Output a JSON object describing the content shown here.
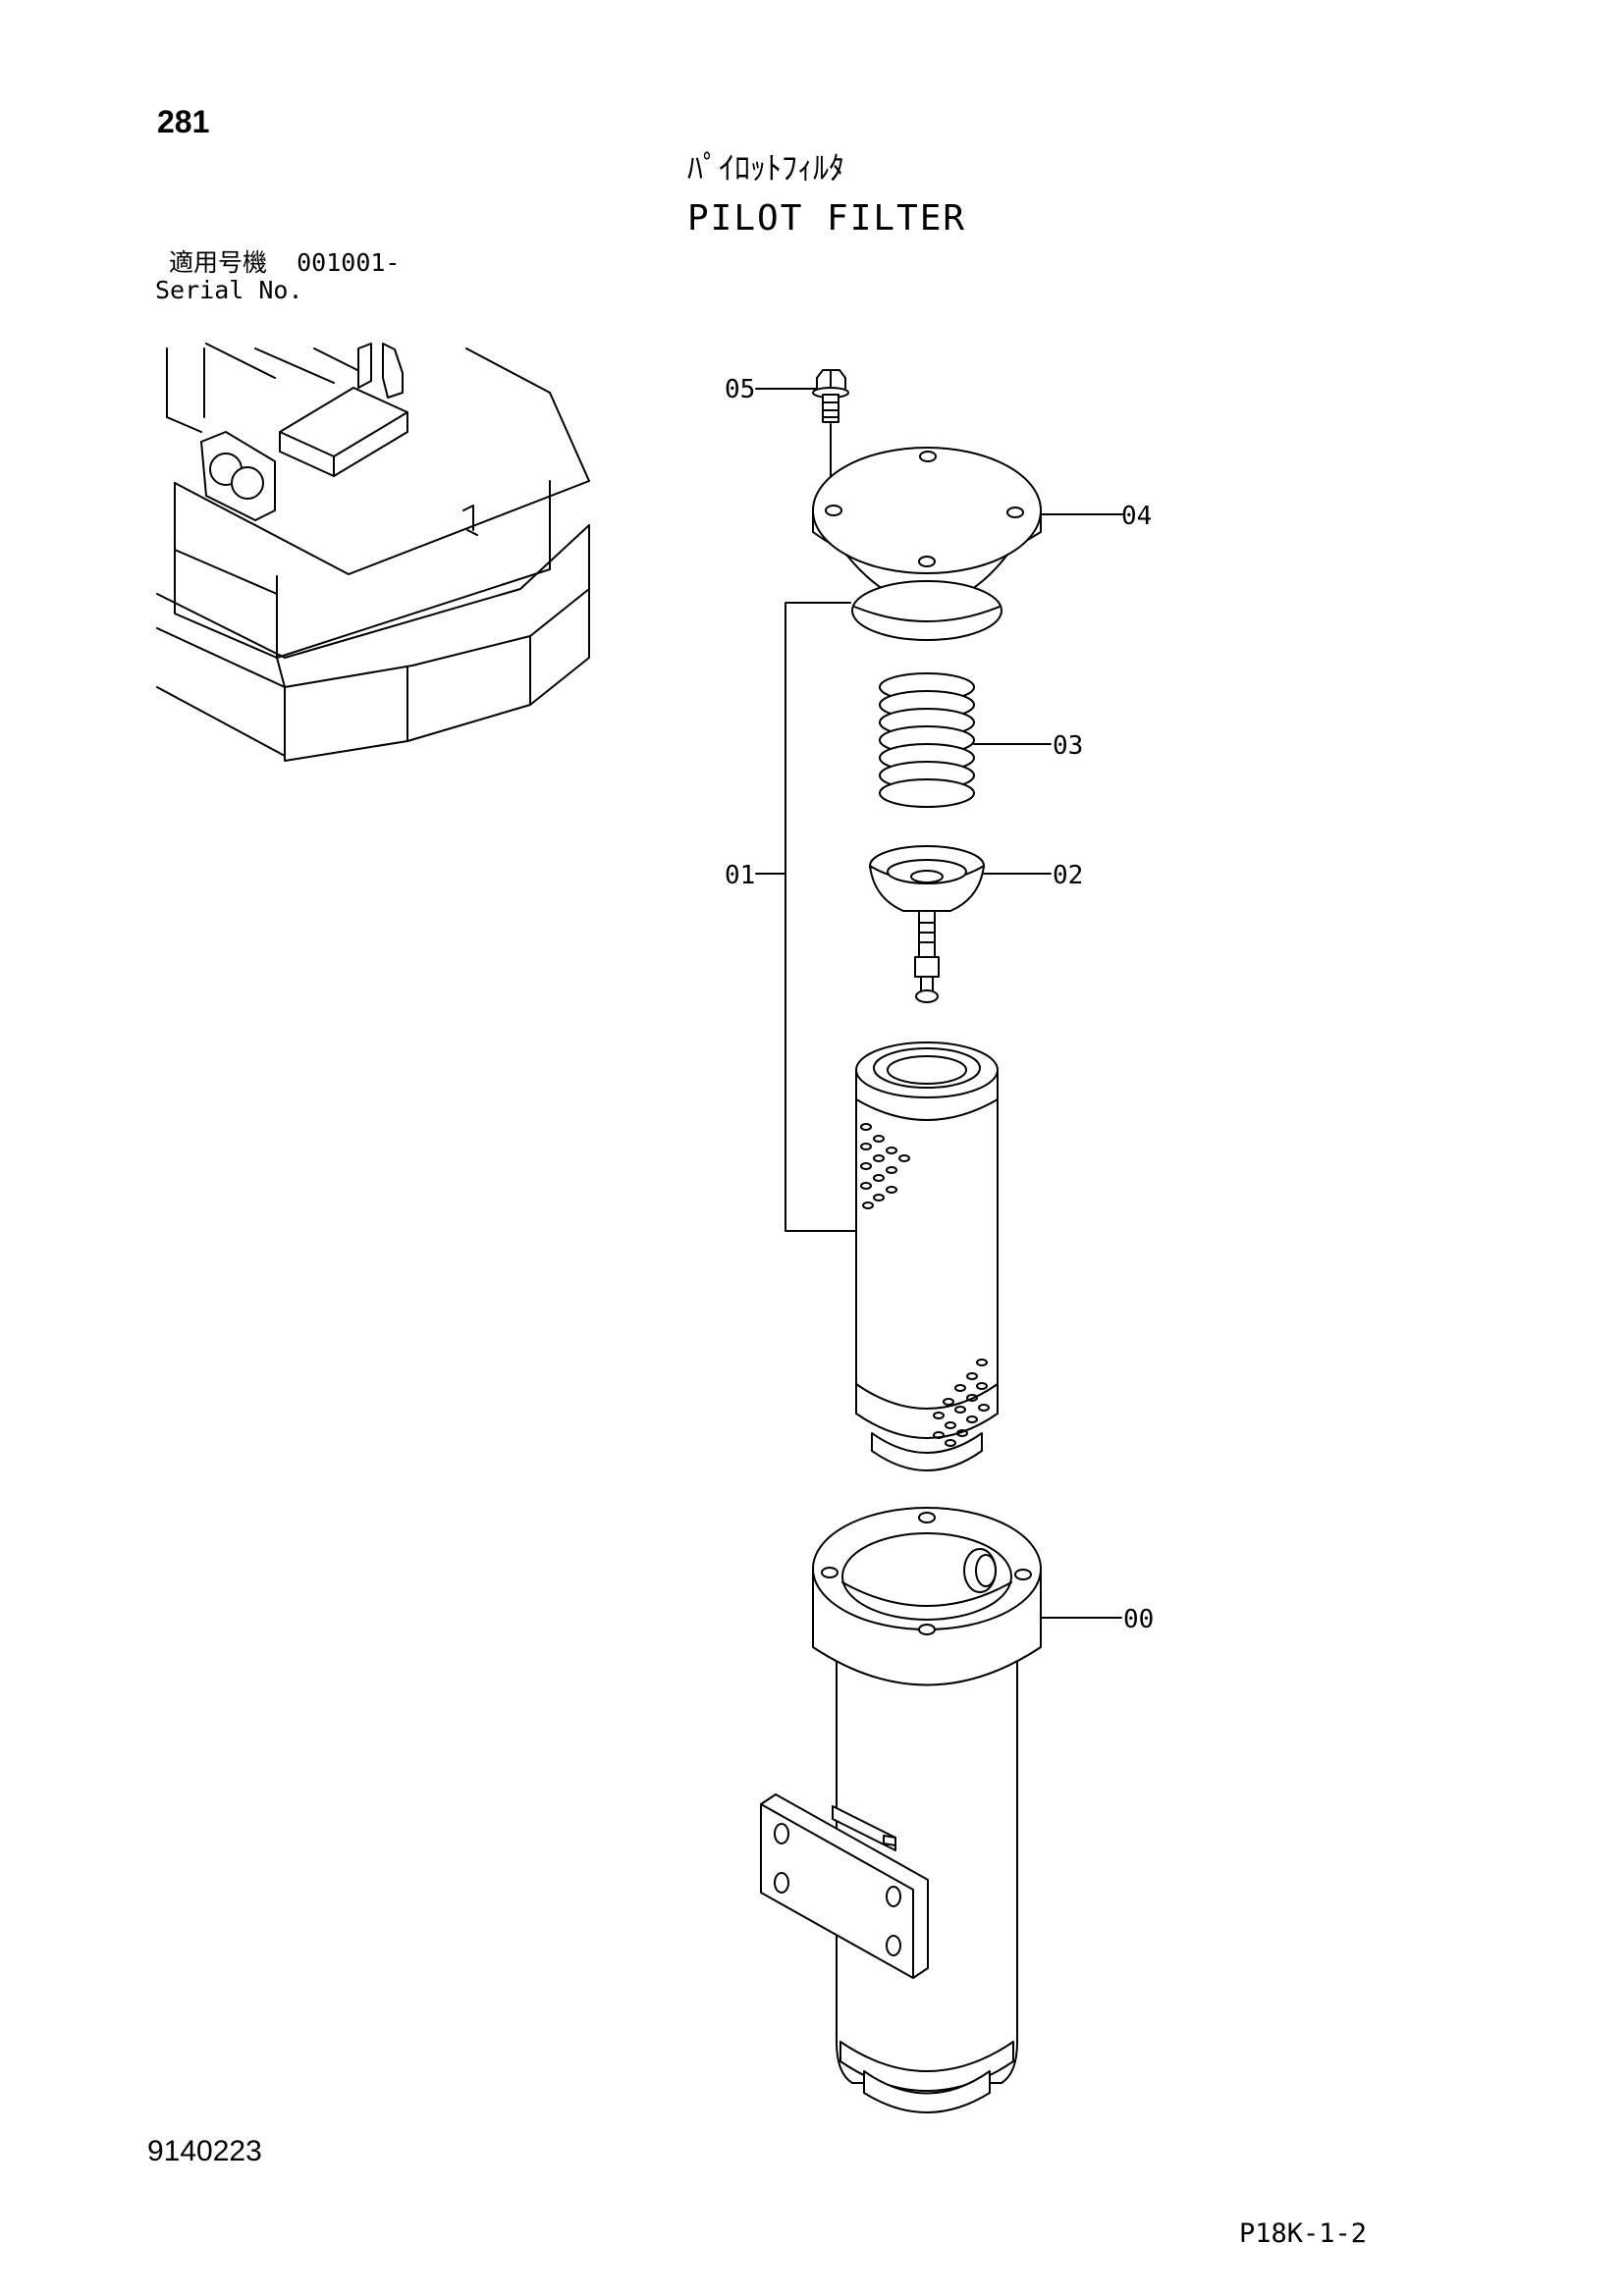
{
  "page_number": "281",
  "title_jp": "ﾊﾟｲﾛｯﾄﾌｨﾙﾀ",
  "title_en": "PILOT FILTER",
  "serial": {
    "label_jp": "適用号機",
    "range": "001001-",
    "label_en": "Serial No."
  },
  "callouts": [
    {
      "id": "05"
    },
    {
      "id": "04"
    },
    {
      "id": "03"
    },
    {
      "id": "02"
    },
    {
      "id": "01"
    },
    {
      "id": "00"
    }
  ],
  "doc_code": "9140223",
  "page_code": "P18K-1-2",
  "icons": {
    "locator": "machine-location-icon",
    "exploded_view": "pilot-filter-exploded-diagram"
  }
}
